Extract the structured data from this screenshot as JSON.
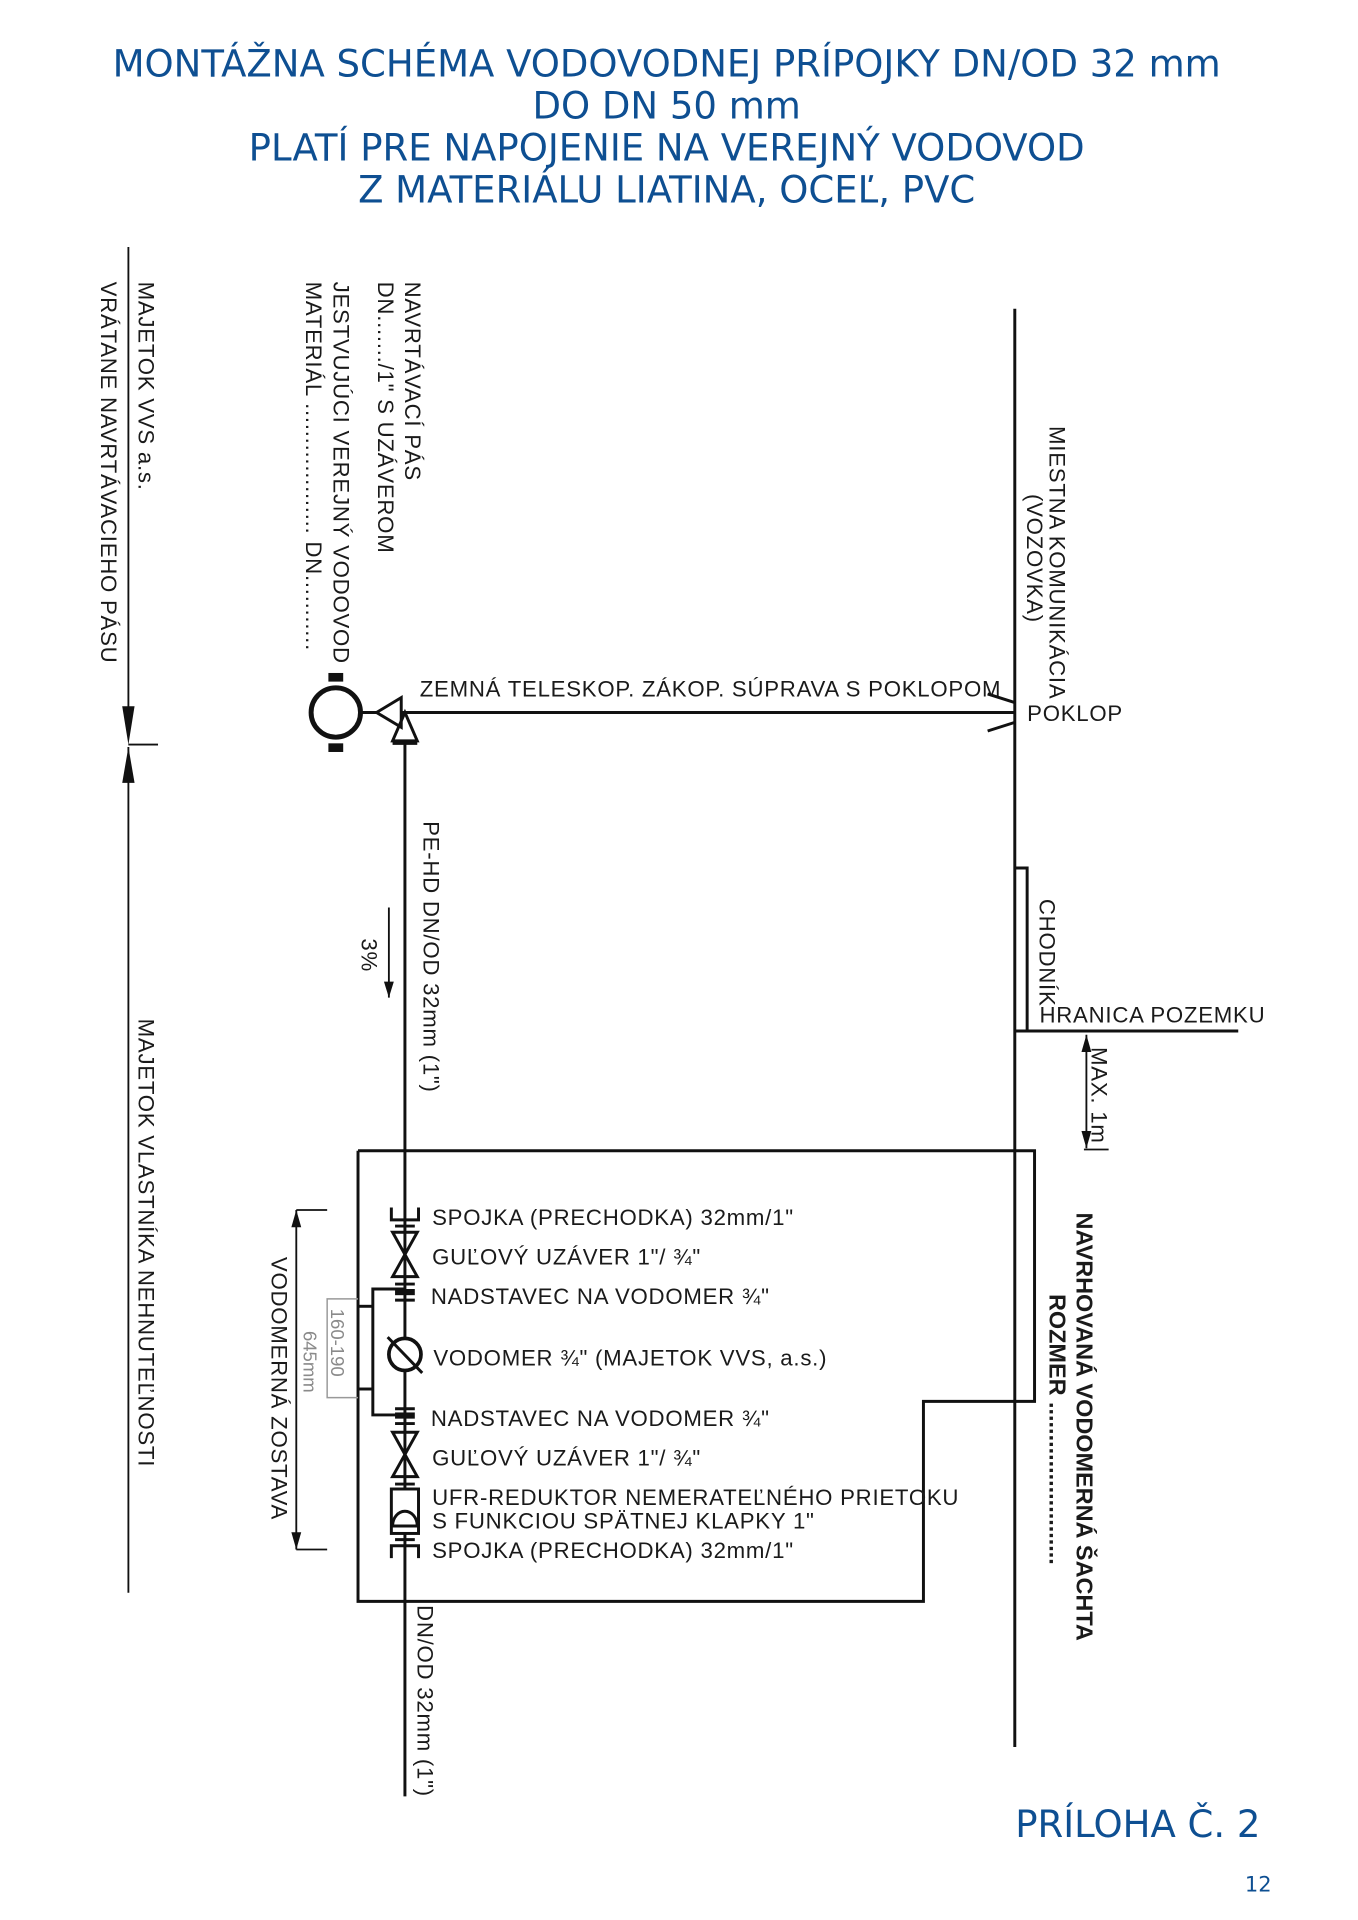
{
  "title": {
    "line1": "MONTÁŽNA SCHÉMA VODOVODNEJ PRÍPOJKY DN/OD 32 mm",
    "line2": "DO DN 50 mm",
    "line3": "PLATÍ PRE NAPOJENIE NA VEREJNÝ VODOVOD",
    "line4": "Z MATERIÁLU LIATINA, OCEĽ, PVC"
  },
  "left": {
    "vvs_line1": "MAJETOK VVS a.s.",
    "vvs_line2": "VRÁTANE NAVRTÁVACIEHO PÁSU",
    "owner": "MAJETOK VLASTNÍKA NEHNUTEĽNOSTI",
    "band_line1": "NAVRTÁVACÍ PÁS",
    "band_line2": "DN......./1\" S UZÁVEROM",
    "main_line1": "JESTVUJÚCI VEREJNÝ VODOVOD",
    "main_line2": "MATERIÁL ................... DN..........."
  },
  "top_pipe": {
    "telescope": "ZEMNÁ TELESKOP. ZÁKOP. SÚPRAVA S POKLOPOM",
    "cover": "POKLOP"
  },
  "right": {
    "road_line1": "MIESTNA KOMUNIKÁCIA",
    "road_line2": "(VOZOVKA)",
    "sidewalk": "CHODNÍK",
    "boundary": "HRANICA POZEMKU",
    "max": "MAX. 1m",
    "shaft_line1": "NAVRHOVANÁ VODOMERNÁ ŠACHTA",
    "shaft_line2": "ROZMER ........................."
  },
  "pipe": {
    "pehd": "PE-HD DN/OD 32mm (1\")",
    "slope": "3%",
    "outlet": "DN/OD 32mm (1\")"
  },
  "assembly": {
    "label": "VODOMERNÁ ZOSTAVA",
    "dim_inner": "160-190",
    "dim_outer": "645mm",
    "items": [
      "SPOJKA (PRECHODKA) 32mm/1\"",
      "GUĽOVÝ UZÁVER 1\"/ ¾\"",
      "NADSTAVEC NA VODOMER ¾\"",
      "VODOMER ¾\" (MAJETOK VVS, a.s.)",
      "NADSTAVEC NA VODOMER ¾\"",
      "GUĽOVÝ UZÁVER 1\"/ ¾\"",
      "UFR-REDUKTOR NEMERATEĽNÉHO PRIETOKU",
      "S FUNKCIOU SPÄTNEJ KLAPKY 1\"",
      "SPOJKA (PRECHODKA) 32mm/1\""
    ]
  },
  "footer": {
    "annex": "PRÍLOHA Č. 2",
    "page": "12"
  },
  "colors": {
    "accent": "#0e4f92",
    "ink": "#111111",
    "dim_gray": "#8a8a8a"
  }
}
